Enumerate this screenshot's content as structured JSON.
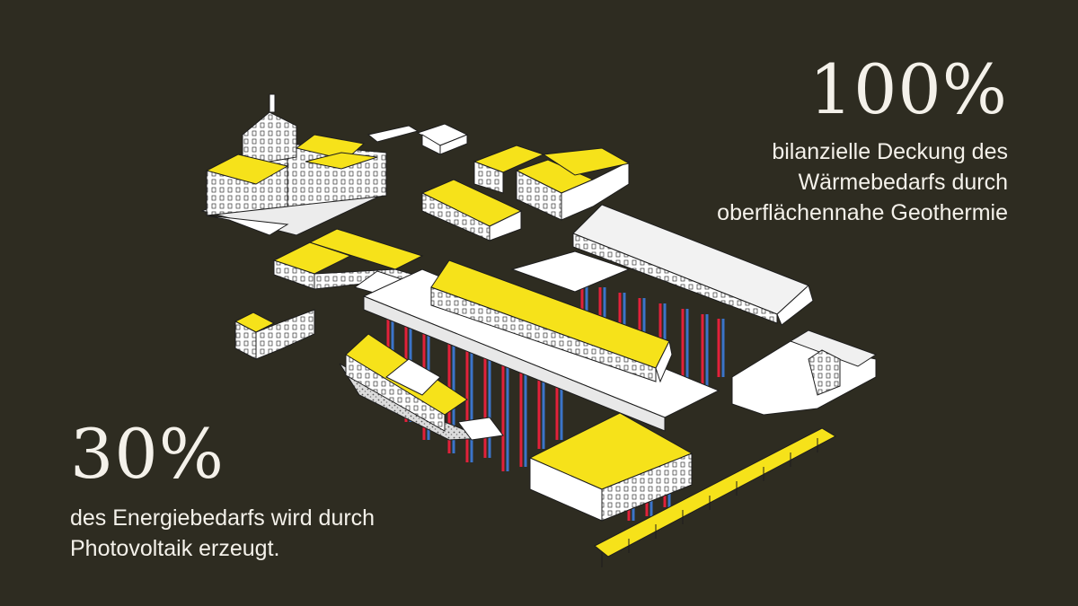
{
  "colors": {
    "background": "#2e2c21",
    "roof_highlight": "#f6e21a",
    "building": "#ffffff",
    "outline": "#1d1d1d",
    "probe_red": "#e2213a",
    "probe_blue": "#3b74c9",
    "text": "#f4f1ea"
  },
  "stat_heat": {
    "value": "100%",
    "lines": [
      "bilanzielle Deckung des",
      "Wärmebedarfs durch",
      "oberflächennahe Geothermie"
    ]
  },
  "stat_pv": {
    "value": "30%",
    "lines": [
      "des Energiebedarfs wird durch",
      "Photovoltaik erzeugt."
    ]
  }
}
